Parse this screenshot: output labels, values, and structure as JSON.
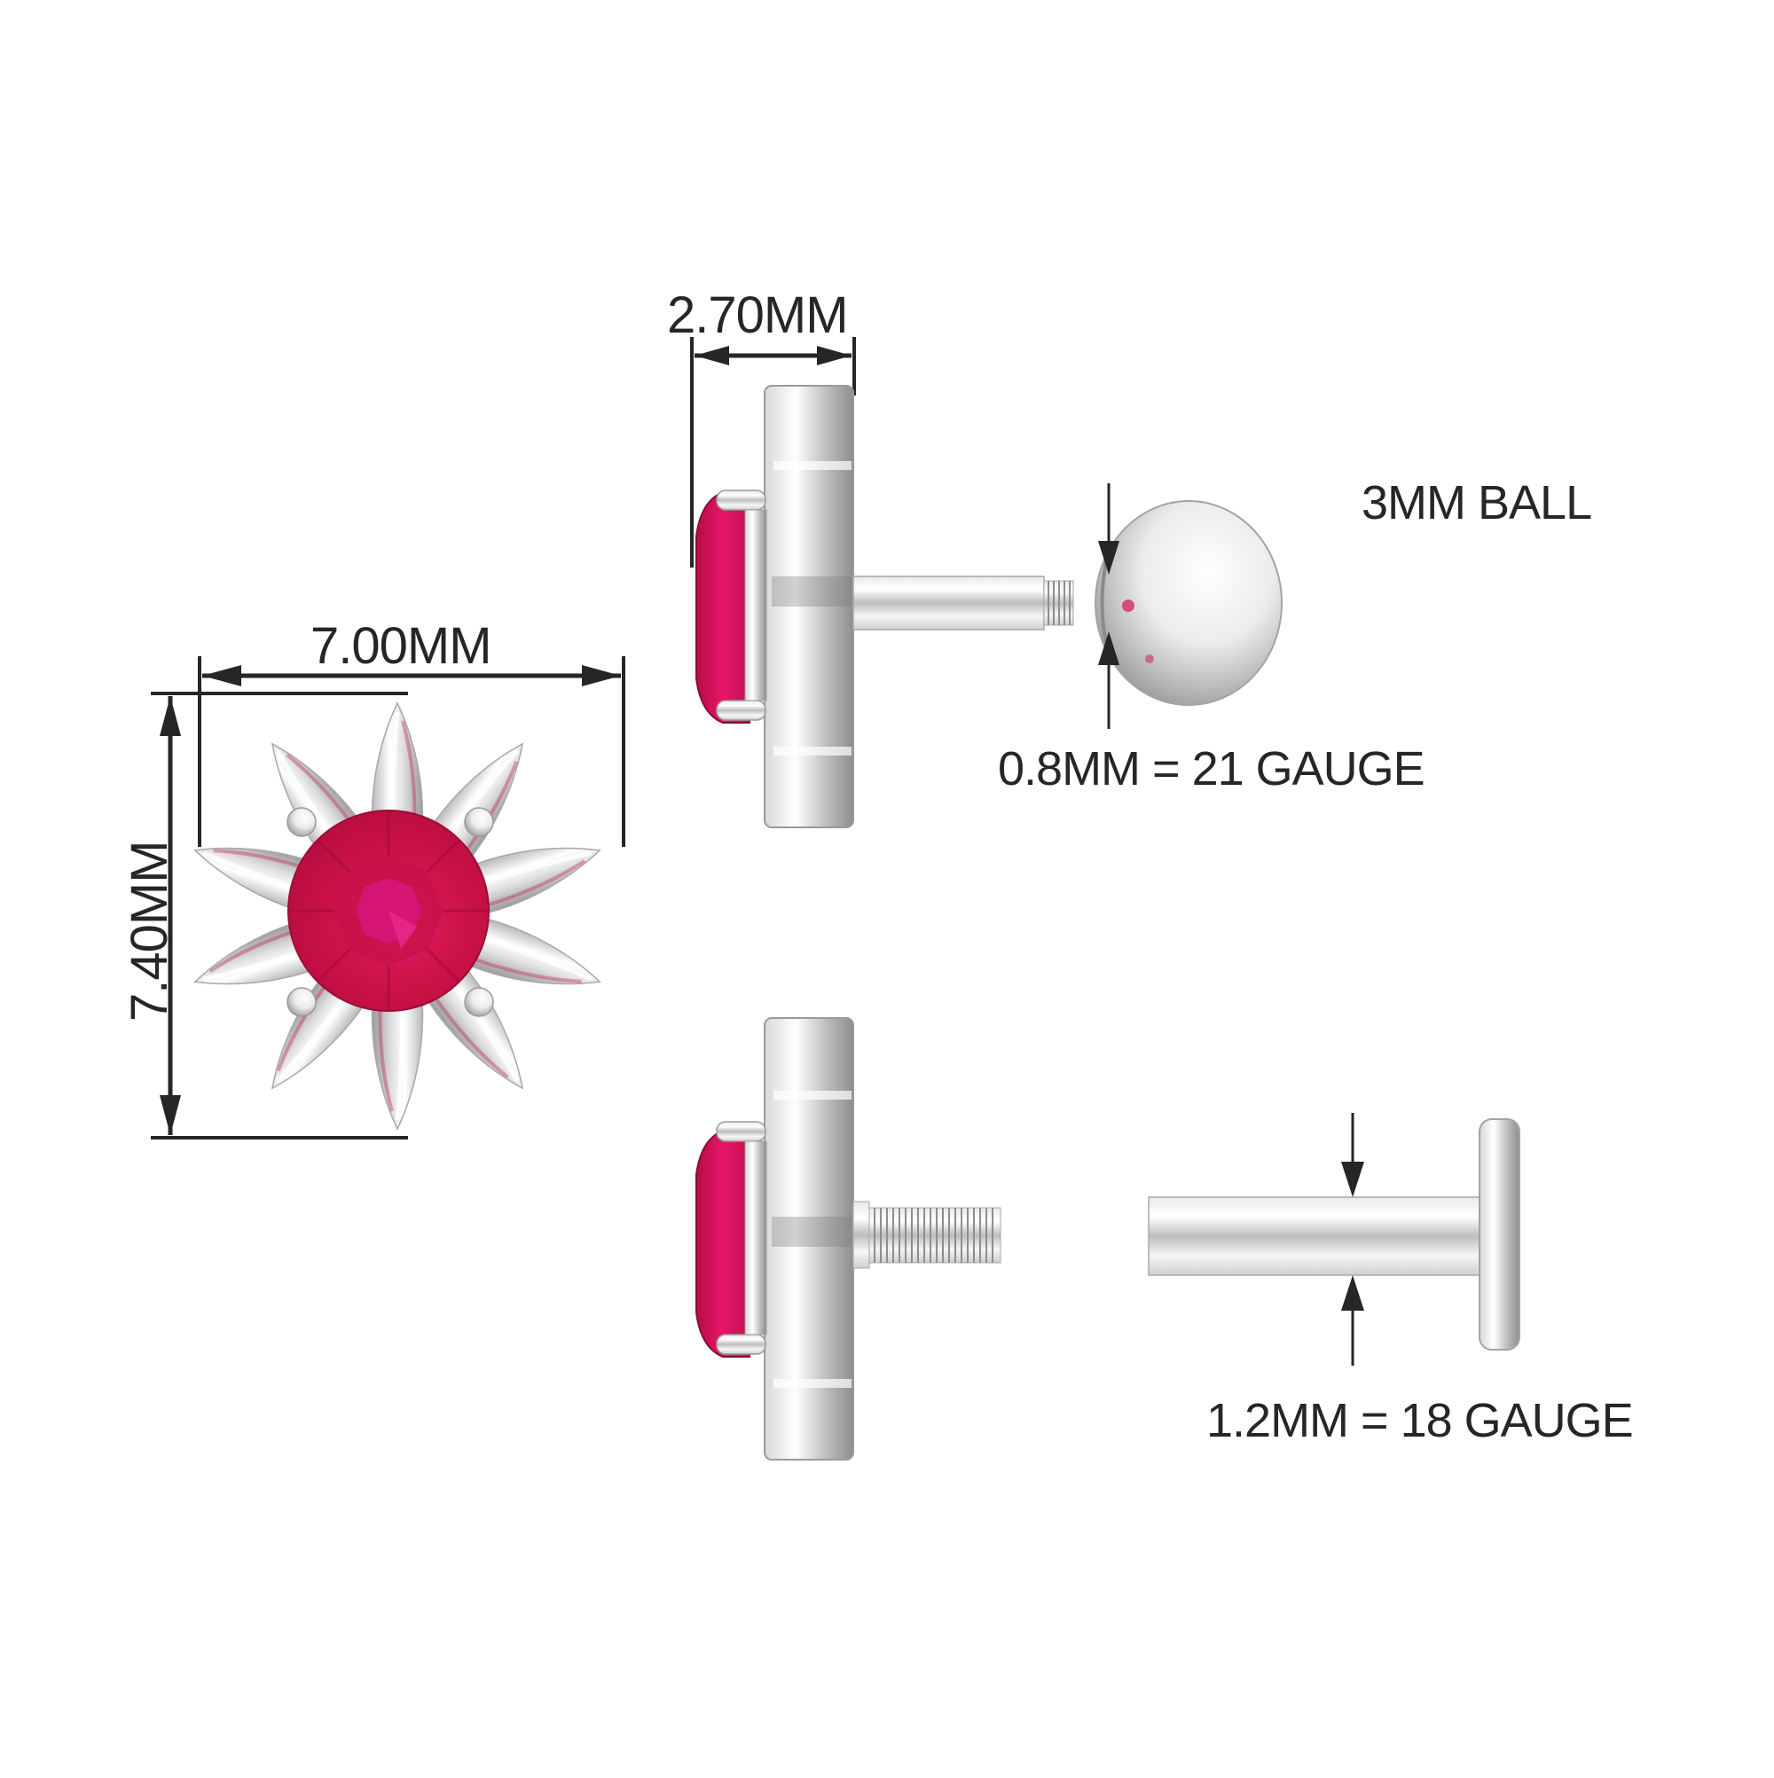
{
  "diagram": {
    "subject": "Ruby flower stud earring with threaded post",
    "colors": {
      "background": "#ffffff",
      "ink": "#262626",
      "ruby": "#d0144a",
      "ruby_dark": "#a50d3a",
      "ruby_highlight": "#e61f7a",
      "metal_light": "#f4f4f4",
      "metal_mid": "#c9c9c9",
      "metal_dark": "#8e8e8e"
    },
    "front_view": {
      "width_label": "7.00MM",
      "height_label": "7.40MM",
      "petal_count": 10,
      "prong_count": 4
    },
    "side_view_ball": {
      "depth_label": "2.70MM",
      "ball_label": "3MM BALL",
      "post_label": "0.8MM = 21 GAUGE"
    },
    "side_view_flat_back": {
      "post_label": "1.2MM = 18 GAUGE"
    }
  }
}
